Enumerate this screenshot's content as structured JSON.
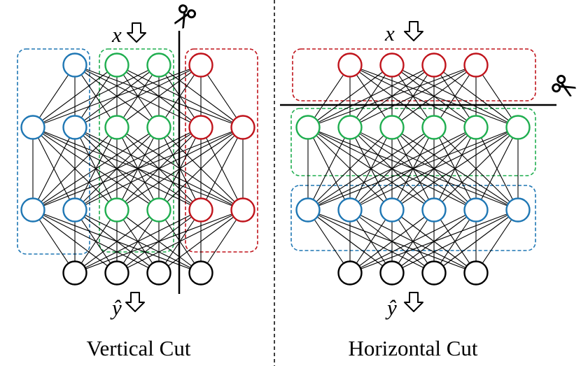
{
  "panels": {
    "vertical": {
      "caption": "Vertical Cut"
    },
    "horizontal": {
      "caption": "Horizontal Cut"
    }
  },
  "labels": {
    "input": "x",
    "output": "ŷ"
  },
  "colors": {
    "blue": "#1f77b4",
    "green": "#1fae4f",
    "red": "#c0141c",
    "black": "#000000"
  },
  "icons": {
    "scissors": "scissors-icon",
    "arrow": "arrow-down-icon"
  },
  "vertical_network": {
    "layers": [
      [
        "blue",
        "green",
        "green",
        "red"
      ],
      [
        "blue",
        "blue",
        "green",
        "green",
        "red",
        "red"
      ],
      [
        "blue",
        "blue",
        "green",
        "green",
        "red",
        "red"
      ],
      [
        "black",
        "black",
        "black",
        "black"
      ]
    ],
    "groups": [
      "blue",
      "green",
      "red"
    ]
  },
  "horizontal_network": {
    "layers": [
      [
        "red",
        "red",
        "red",
        "red"
      ],
      [
        "green",
        "green",
        "green",
        "green",
        "green",
        "green"
      ],
      [
        "blue",
        "blue",
        "blue",
        "blue",
        "blue",
        "blue"
      ],
      [
        "black",
        "black",
        "black",
        "black"
      ]
    ],
    "groups": [
      "red",
      "green",
      "blue"
    ]
  }
}
